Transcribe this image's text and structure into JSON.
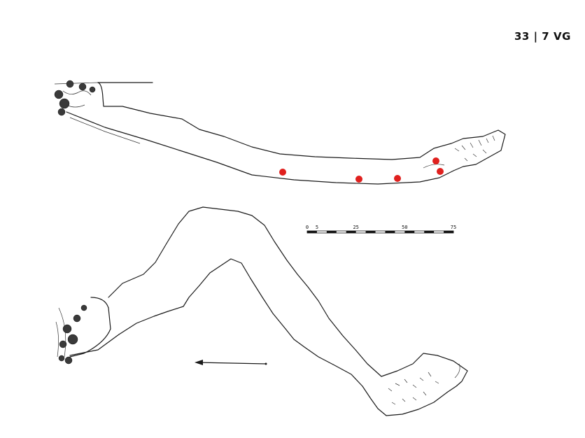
{
  "sheet_id": "33 | 7 VG",
  "scale_bar": {
    "ticks": [
      {
        "label": "0",
        "value": 0
      },
      {
        "label": "5",
        "value": 5
      },
      {
        "label": "25",
        "value": 25
      },
      {
        "label": "50",
        "value": 50
      },
      {
        "label": "75",
        "value": 75
      }
    ],
    "max": 75
  },
  "colors": {
    "ink": "#1a1a1a",
    "marker": "#e0201e"
  },
  "markers": [
    {
      "name": "sample-point-1"
    },
    {
      "name": "sample-point-2"
    },
    {
      "name": "sample-point-3"
    },
    {
      "name": "sample-point-4"
    },
    {
      "name": "sample-point-5"
    }
  ],
  "direction_arrow": "north-arrow-left"
}
